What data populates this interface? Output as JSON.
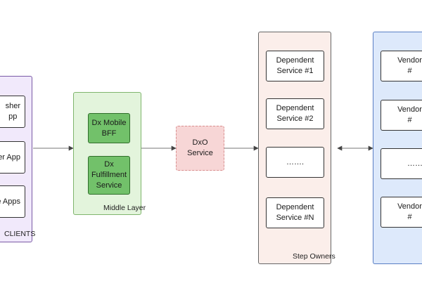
{
  "colors": {
    "clients_fill": "#f1e9fb",
    "middle_fill": "#e3f4dc",
    "green_node_fill": "#72c16a",
    "dxo_fill": "#f7d6d6",
    "dxo_border": "#d88f8f",
    "step_owners_fill": "#fbeeea",
    "vendors_fill": "#dde9fb",
    "vendors_border": "#5a7fc4",
    "line": "#555555"
  },
  "clients": {
    "label": "CLIENTS",
    "items": [
      {
        "label": "sher\npp"
      },
      {
        "label": "er App"
      },
      {
        "label": "e Apps"
      }
    ]
  },
  "middle_layer": {
    "label": "Middle Layer",
    "items": [
      {
        "label": "Dx Mobile\nBFF"
      },
      {
        "label": "Dx\nFulfillment\nService"
      }
    ]
  },
  "dxo": {
    "label": "DxO\nService"
  },
  "step_owners": {
    "label": "Step Owners",
    "items": [
      {
        "label": "Dependent\nService #1"
      },
      {
        "label": "Dependent\nService #2"
      },
      {
        "label": "……."
      },
      {
        "label": "Dependent\nService #N"
      }
    ]
  },
  "vendors": {
    "items": [
      {
        "label": "Vendor #"
      },
      {
        "label": "Vendor #"
      },
      {
        "label": "……"
      },
      {
        "label": "Vendor #"
      }
    ]
  }
}
